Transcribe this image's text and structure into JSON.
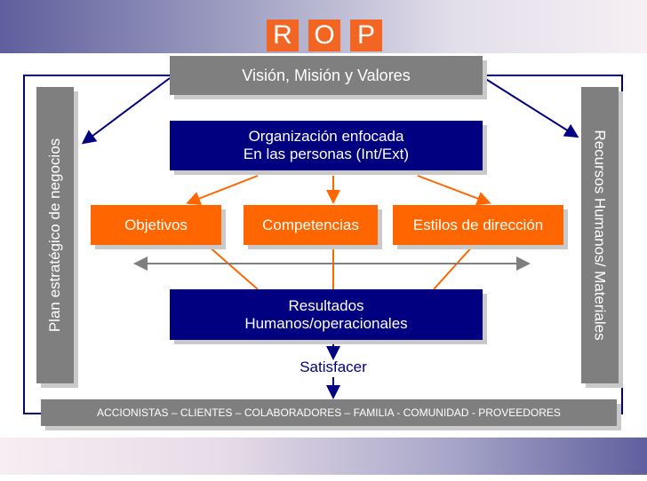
{
  "title_letters": [
    "R",
    "O",
    "P"
  ],
  "vision": "Visión, Misión y Valores",
  "organization": {
    "line1": "Organización enfocada",
    "line2": "En las personas (Int/Ext)"
  },
  "objectives": "Objetivos",
  "competencies": "Competencias",
  "management_styles": "Estilos de dirección",
  "results": {
    "line1": "Resultados",
    "line2": "Humanos/operacionales"
  },
  "satisfy": "Satisfacer",
  "stakeholders": "ACCIONISTAS – CLIENTES – COLABORADORES – FAMILIA - COMUNIDAD - PROVEEDORES",
  "left_bar": "Plan estratégico de negocios",
  "right_bar": "Recursos Humanos/ Materiales",
  "colors": {
    "orange": "#ff6600",
    "navy": "#000080",
    "gray": "#7f7f7f"
  }
}
